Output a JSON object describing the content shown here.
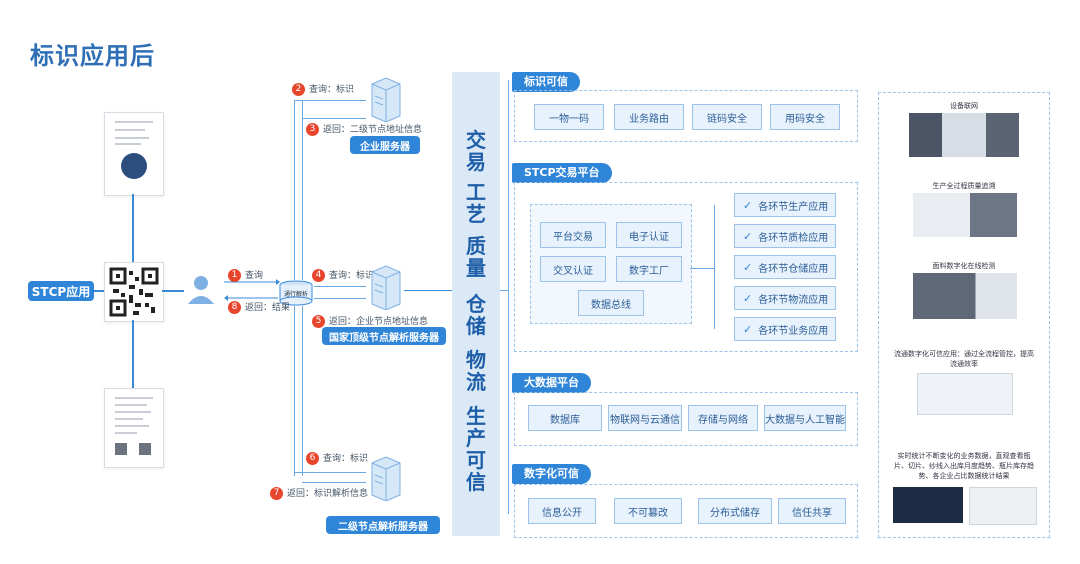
{
  "title": "标识应用后",
  "stcp_app": "STCP应用",
  "user_icon": "user-icon",
  "resolver_label": "通行解析",
  "steps": {
    "s1": {
      "n": "1",
      "text": "查询"
    },
    "s8": {
      "n": "8",
      "text": "返回：结果"
    },
    "s2": {
      "n": "2",
      "text": "查询：标识"
    },
    "s3": {
      "n": "3",
      "text": "返回：二级节点地址信息"
    },
    "s4": {
      "n": "4",
      "text": "查询：标识"
    },
    "s5": {
      "n": "5",
      "text": "返回：企业节点地址信息"
    },
    "s6": {
      "n": "6",
      "text": "查询：标识"
    },
    "s7": {
      "n": "7",
      "text": "返回：标识解析信息"
    }
  },
  "servers": {
    "enterprise": "企业服务器",
    "top_level": "国家顶级节点解析服务器",
    "second_level": "二级节点解析服务器"
  },
  "center_column": [
    [
      "交",
      "易"
    ],
    [
      "工",
      "艺"
    ],
    [
      "质",
      "量"
    ],
    [
      "仓",
      "储"
    ],
    [
      "物",
      "流"
    ],
    [
      "生",
      "产",
      "可",
      "信"
    ]
  ],
  "panels": {
    "identity": {
      "title": "标识可信",
      "items": [
        "一物一码",
        "业务路由",
        "链码安全",
        "用码安全"
      ]
    },
    "stcp": {
      "title": "STCP交易平台",
      "left_items": [
        "平台交易",
        "电子认证",
        "交叉认证",
        "数字工厂",
        "数据总线"
      ],
      "right_items": [
        "各环节生产应用",
        "各环节质检应用",
        "各环节仓储应用",
        "各环节物流应用",
        "各环节业务应用"
      ]
    },
    "bigdata": {
      "title": "大数据平台",
      "items": [
        "数据库",
        "物联网与云通信",
        "存储与网络",
        "大数据与人工智能"
      ]
    },
    "digital": {
      "title": "数字化可信",
      "items": [
        "信息公开",
        "不可篡改",
        "分布式储存",
        "信任共享"
      ]
    }
  },
  "side_panel": {
    "captions": [
      "设备联网",
      "生产全过程质量追溯",
      "面料数字化在线检测",
      "流通数字化可信应用：通过全流程管控，提高流通效率",
      "实时统计不断变化的业务数据，直观查看瓶片、切片、纱线入出库月度趋势、瓶片库存趋势、各企业占比数据统计结果"
    ]
  },
  "colors": {
    "accent": "#2f86d8",
    "step": "#e8452d",
    "bar": "#dbe9f7"
  }
}
